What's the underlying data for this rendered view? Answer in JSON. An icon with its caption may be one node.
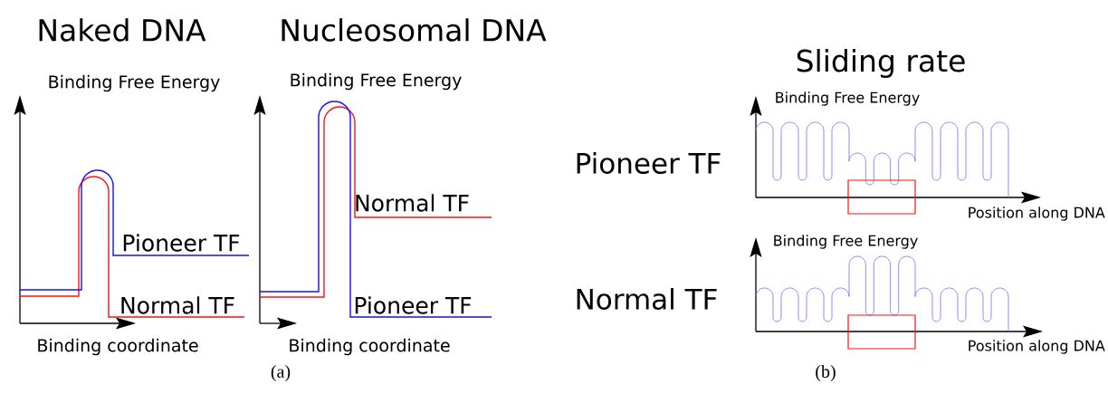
{
  "diagram": {
    "labels": [
      "Naked DNA",
      "Nucleosomal DNA",
      "Sliding rate",
      "Binding Free Energy",
      "Binding Free Energy",
      "Binding Free Energy",
      "Pioneer TF",
      "Pioneer TF",
      "Normal TF",
      "Position along DNA",
      "Binding Free Energy",
      "Normal TF",
      "Pioneer TF",
      "Normal TF",
      "Binding coordinate",
      "Binding coordinate",
      "Position along DNA",
      "(a)",
      "(b)"
    ]
  }
}
